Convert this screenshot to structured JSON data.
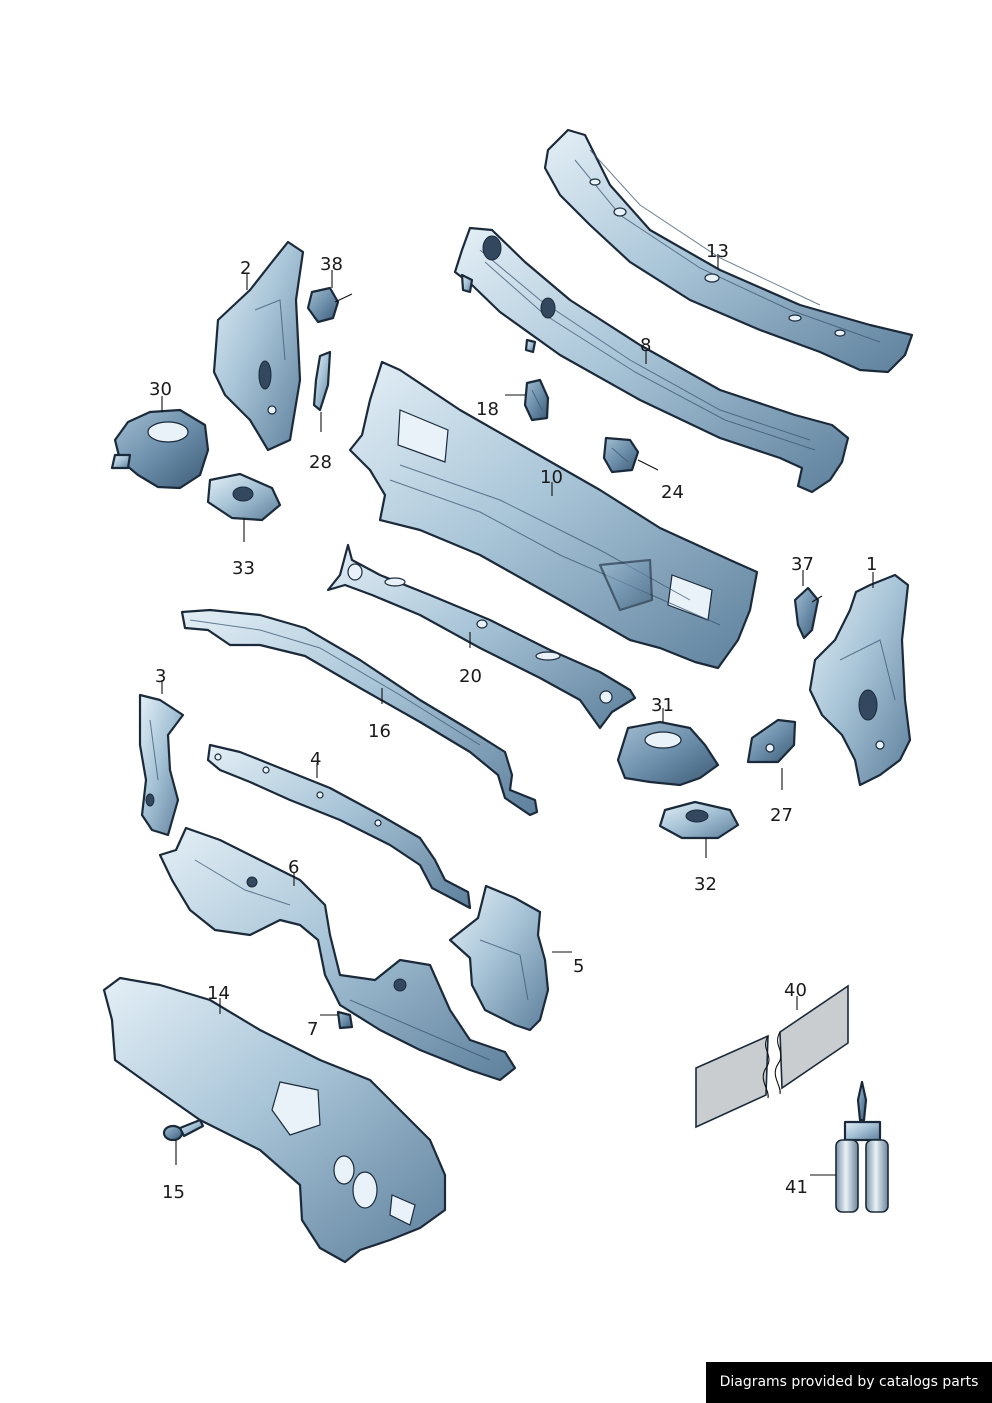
{
  "callouts": {
    "p1": "1",
    "p2": "2",
    "p3": "3",
    "p4": "4",
    "p5": "5",
    "p6": "6",
    "p7": "7",
    "p8": "8",
    "p10": "10",
    "p13": "13",
    "p14": "14",
    "p15": "15",
    "p16": "16",
    "p18": "18",
    "p20": "20",
    "p24": "24",
    "p27": "27",
    "p28": "28",
    "p30": "30",
    "p31": "31",
    "p32": "32",
    "p33": "33",
    "p37": "37",
    "p38": "38",
    "p40": "40",
    "p41": "41"
  },
  "footer": {
    "credit": "Diagrams provided by catalogs parts"
  },
  "colors": {
    "part_light": "#d6e6f0",
    "part_mid": "#8fb1c8",
    "part_dark": "#4d6f8c",
    "outline": "#1b2a3a",
    "credit_bg": "#000000"
  }
}
